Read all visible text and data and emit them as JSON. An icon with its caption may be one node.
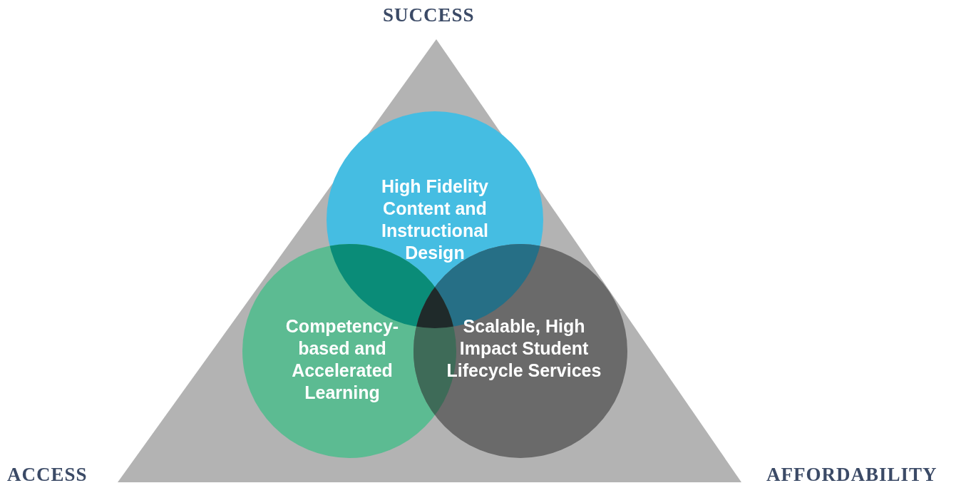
{
  "diagram": {
    "nodes": [
      {
        "text": [
          "High Fidelity Content and Instructional Design"
        ]
      },
      {
        "text": [
          "Competency-based and Accelerated Learning"
        ]
      },
      {
        "text": [
          "Scalable, High Impact Student Lifecycle Services"
        ]
      }
    ],
    "labels": [
      "SUCCESS",
      "ACCESS",
      "AFFORDABILITY"
    ]
  }
}
